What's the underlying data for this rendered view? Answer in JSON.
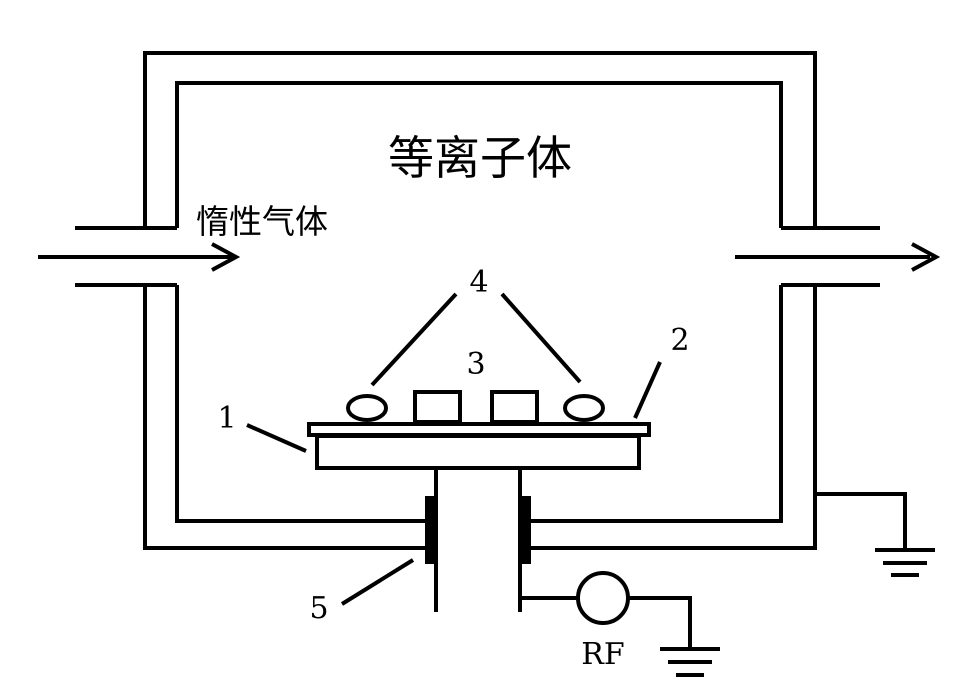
{
  "labels": {
    "plasma": "等离子体",
    "inert_gas": "惰性气体",
    "rf": "RF"
  },
  "callouts": {
    "n1": "1",
    "n2": "2",
    "n3": "3",
    "n4": "4",
    "n5": "5"
  }
}
